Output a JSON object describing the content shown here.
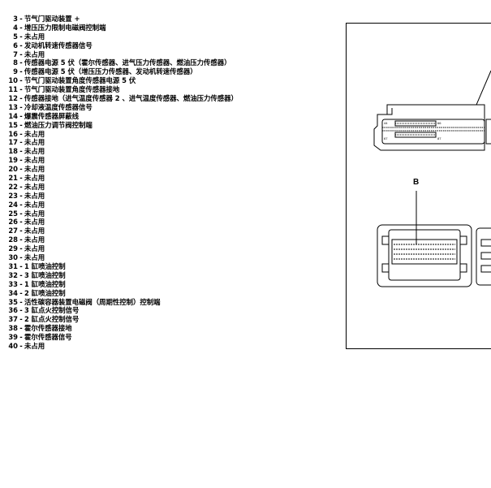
{
  "pin_list": [
    {
      "num": "3",
      "desc": "节气门驱动装置 +"
    },
    {
      "num": "4",
      "desc": "增压压力限制电磁阀控制端"
    },
    {
      "num": "5",
      "desc": "未占用"
    },
    {
      "num": "6",
      "desc": "发动机转速传感器信号"
    },
    {
      "num": "7",
      "desc": "未占用"
    },
    {
      "num": "8",
      "desc": "传感器电源 5 伏（霍尔传感器、进气压力传感器、燃油压力传感器）"
    },
    {
      "num": "9",
      "desc": "传感器电源 5 伏（增压压力传感器、发动机转速传感器）"
    },
    {
      "num": "10",
      "desc": "节气门驱动装置角度传感器电源 5 伏"
    },
    {
      "num": "11",
      "desc": "节气门驱动装置角度传感器接地"
    },
    {
      "num": "12",
      "desc": "传感器接地（进气温度传感器 2 、进气温度传感器、燃油压力传感器）"
    },
    {
      "num": "13",
      "desc": "冷却液温度传感器信号"
    },
    {
      "num": "14",
      "desc": "爆震传感器屏蔽线"
    },
    {
      "num": "15",
      "desc": "燃油压力调节阀控制端"
    },
    {
      "num": "16",
      "desc": "未占用"
    },
    {
      "num": "17",
      "desc": "未占用"
    },
    {
      "num": "18",
      "desc": "未占用"
    },
    {
      "num": "19",
      "desc": "未占用"
    },
    {
      "num": "20",
      "desc": "未占用"
    },
    {
      "num": "21",
      "desc": "未占用"
    },
    {
      "num": "22",
      "desc": "未占用"
    },
    {
      "num": "23",
      "desc": "未占用"
    },
    {
      "num": "24",
      "desc": "未占用"
    },
    {
      "num": "25",
      "desc": "未占用"
    },
    {
      "num": "26",
      "desc": "未占用"
    },
    {
      "num": "27",
      "desc": "未占用"
    },
    {
      "num": "28",
      "desc": "未占用"
    },
    {
      "num": "29",
      "desc": "未占用"
    },
    {
      "num": "30",
      "desc": "未占用"
    },
    {
      "num": "31",
      "desc": "1 缸喷油控制"
    },
    {
      "num": "32",
      "desc": "3 缸喷油控制"
    },
    {
      "num": "33",
      "desc": "1 缸喷油控制"
    },
    {
      "num": "34",
      "desc": "2 缸喷油控制"
    },
    {
      "num": "35",
      "desc": "活性碳容器装置电磁阀（周期性控制）控制端"
    },
    {
      "num": "36",
      "desc": "3 缸点火控制信号"
    },
    {
      "num": "37",
      "desc": "2 缸点火控制信号"
    },
    {
      "num": "38",
      "desc": "霍尔传感器接地"
    },
    {
      "num": "39",
      "desc": "霍尔传感器信号"
    },
    {
      "num": "40",
      "desc": "未占用"
    }
  ],
  "separator": "-",
  "figure": {
    "label_b": "B",
    "pin_labels": {
      "tl": "44",
      "tr": "66",
      "bl": "67",
      "br": "87"
    }
  },
  "colors": {
    "ink": "#000000",
    "background": "#ffffff"
  }
}
